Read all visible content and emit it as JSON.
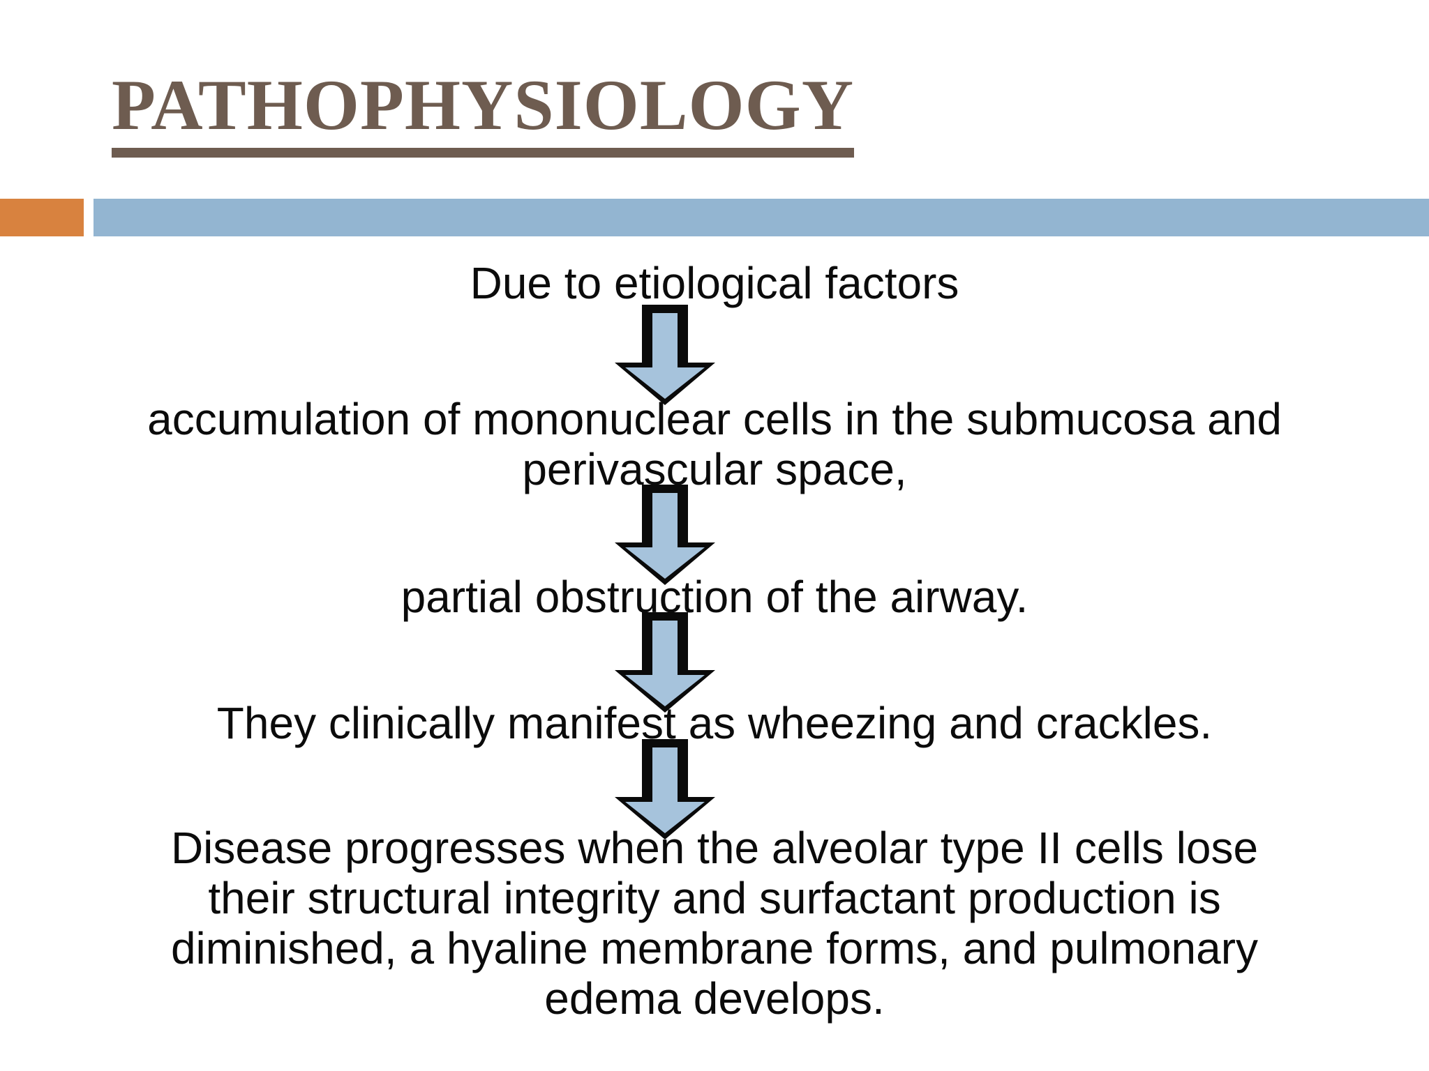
{
  "slide": {
    "title": "PATHOPHYSIOLOGY",
    "flow_steps": [
      {
        "lines": [
          "Due to etiological factors"
        ]
      },
      {
        "lines": [
          "accumulation of mononuclear cells in the submucosa and",
          "perivascular space,"
        ]
      },
      {
        "lines": [
          "partial obstruction of the airway."
        ]
      },
      {
        "lines": [
          "They clinically manifest as wheezing and crackles."
        ]
      },
      {
        "lines": [
          "Disease progresses when the alveolar type II cells lose",
          "their structural integrity and surfactant production is",
          "diminished, a hyaline membrane forms, and pulmonary",
          "edema develops."
        ]
      }
    ],
    "icons": [
      {
        "name": "down-arrow-icon",
        "meaning": "leads to next step",
        "count": 4
      }
    ],
    "colors": {
      "title_text": "#6e5c50",
      "title_underline": "#6e5c50",
      "accent_orange": "#d8823f",
      "accent_blue": "#93b5d1",
      "arrow_fill": "#a6c3dc",
      "arrow_outline": "#0a0a0a",
      "body_text": "#0b0b0b",
      "background": "#ffffff"
    }
  }
}
